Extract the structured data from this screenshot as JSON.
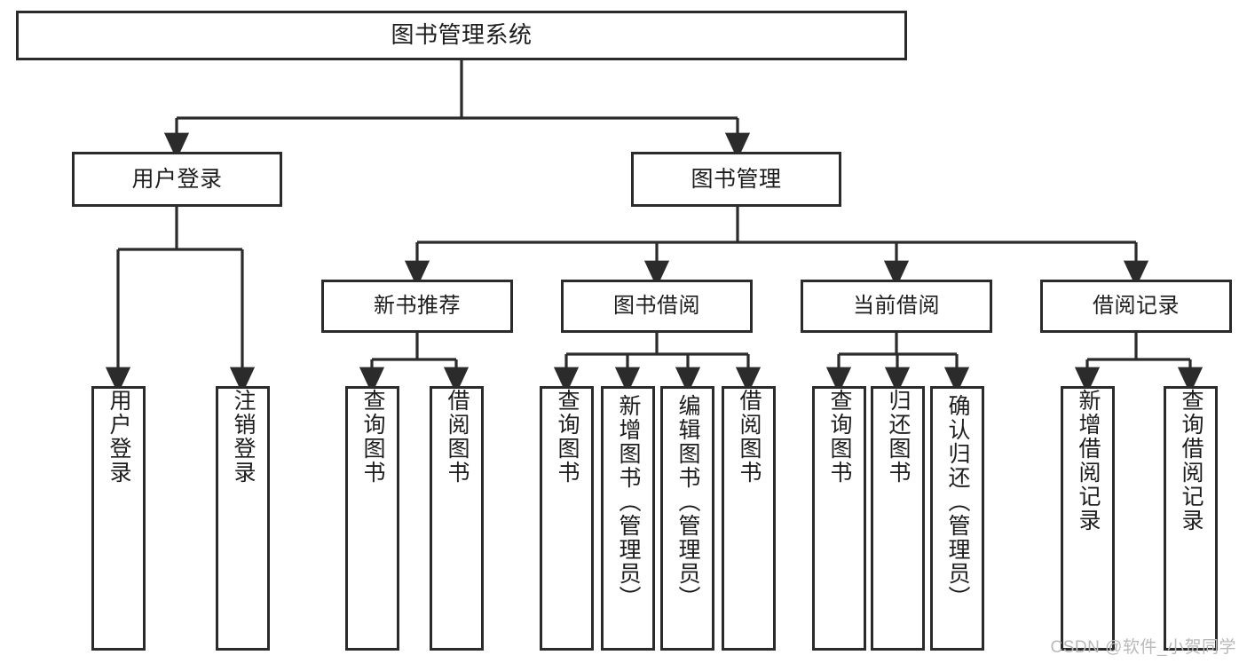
{
  "diagram": {
    "title": "图书管理系统",
    "type": "tree-hierarchy",
    "watermark": "CSDN @软件_小贺同学",
    "colors": {
      "stroke": "#2b2b2b",
      "fill": "#ffffff",
      "text": "#1d1d1d",
      "watermark": "#b9b9b9"
    },
    "nodes": {
      "root": {
        "label": "图书管理系统",
        "level": 1
      },
      "l2": [
        {
          "id": "user-login",
          "label": "用户登录",
          "level": 2
        },
        {
          "id": "book-manage",
          "label": "图书管理",
          "level": 2
        }
      ],
      "l3": [
        {
          "id": "new-book-recommend",
          "label": "新书推荐",
          "level": 3,
          "parent": "book-manage"
        },
        {
          "id": "book-borrow",
          "label": "图书借阅",
          "level": 3,
          "parent": "book-manage"
        },
        {
          "id": "current-borrow",
          "label": "当前借阅",
          "level": 3,
          "parent": "book-manage"
        },
        {
          "id": "borrow-record",
          "label": "借阅记录",
          "level": 3,
          "parent": "book-manage"
        }
      ],
      "leaves": [
        {
          "id": "leaf-user-login",
          "label": "用户登录",
          "parent": "user-login"
        },
        {
          "id": "leaf-logout",
          "label": "注销登录",
          "parent": "user-login"
        },
        {
          "id": "leaf-query-book-1",
          "label": "查询图书",
          "parent": "new-book-recommend"
        },
        {
          "id": "leaf-borrow-book-1",
          "label": "借阅图书",
          "parent": "new-book-recommend"
        },
        {
          "id": "leaf-query-book-2",
          "label": "查询图书",
          "parent": "book-borrow"
        },
        {
          "id": "leaf-add-book",
          "label": "新增图书（管理员）",
          "parent": "book-borrow"
        },
        {
          "id": "leaf-edit-book",
          "label": "编辑图书（管理员）",
          "parent": "book-borrow"
        },
        {
          "id": "leaf-borrow-book-2",
          "label": "借阅图书",
          "parent": "book-borrow"
        },
        {
          "id": "leaf-query-book-3",
          "label": "查询图书",
          "parent": "current-borrow"
        },
        {
          "id": "leaf-return-book",
          "label": "归还图书",
          "parent": "current-borrow"
        },
        {
          "id": "leaf-confirm-return",
          "label": "确认归还（管理员）",
          "parent": "current-borrow"
        },
        {
          "id": "leaf-add-record",
          "label": "新增借阅记录",
          "parent": "borrow-record"
        },
        {
          "id": "leaf-query-record",
          "label": "查询借阅记录",
          "parent": "borrow-record"
        }
      ]
    }
  }
}
